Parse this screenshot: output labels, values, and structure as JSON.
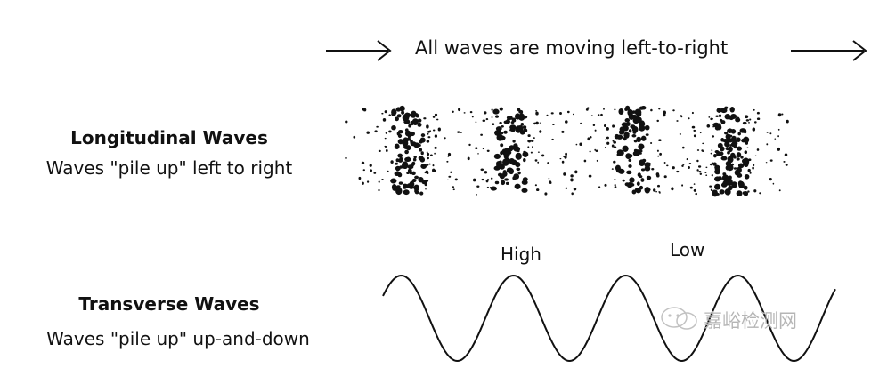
{
  "header": {
    "caption": "All waves are moving left-to-right"
  },
  "longitudinal": {
    "title": "Longitudinal Waves",
    "subtitle": "Waves \"pile up\" left to right"
  },
  "transverse": {
    "title": "Transverse Waves",
    "subtitle": "Waves \"pile up\" up-and-down",
    "label_high": "High",
    "label_low": "Low"
  },
  "watermark": {
    "text": "嘉峪检测网"
  },
  "icons": {
    "direction_arrow_left": "right-arrow-icon",
    "direction_arrow_right": "right-arrow-icon",
    "wechat": "wechat-logo-icon"
  },
  "colors": {
    "ink": "#111111",
    "watermark": "#b5b5b5"
  }
}
